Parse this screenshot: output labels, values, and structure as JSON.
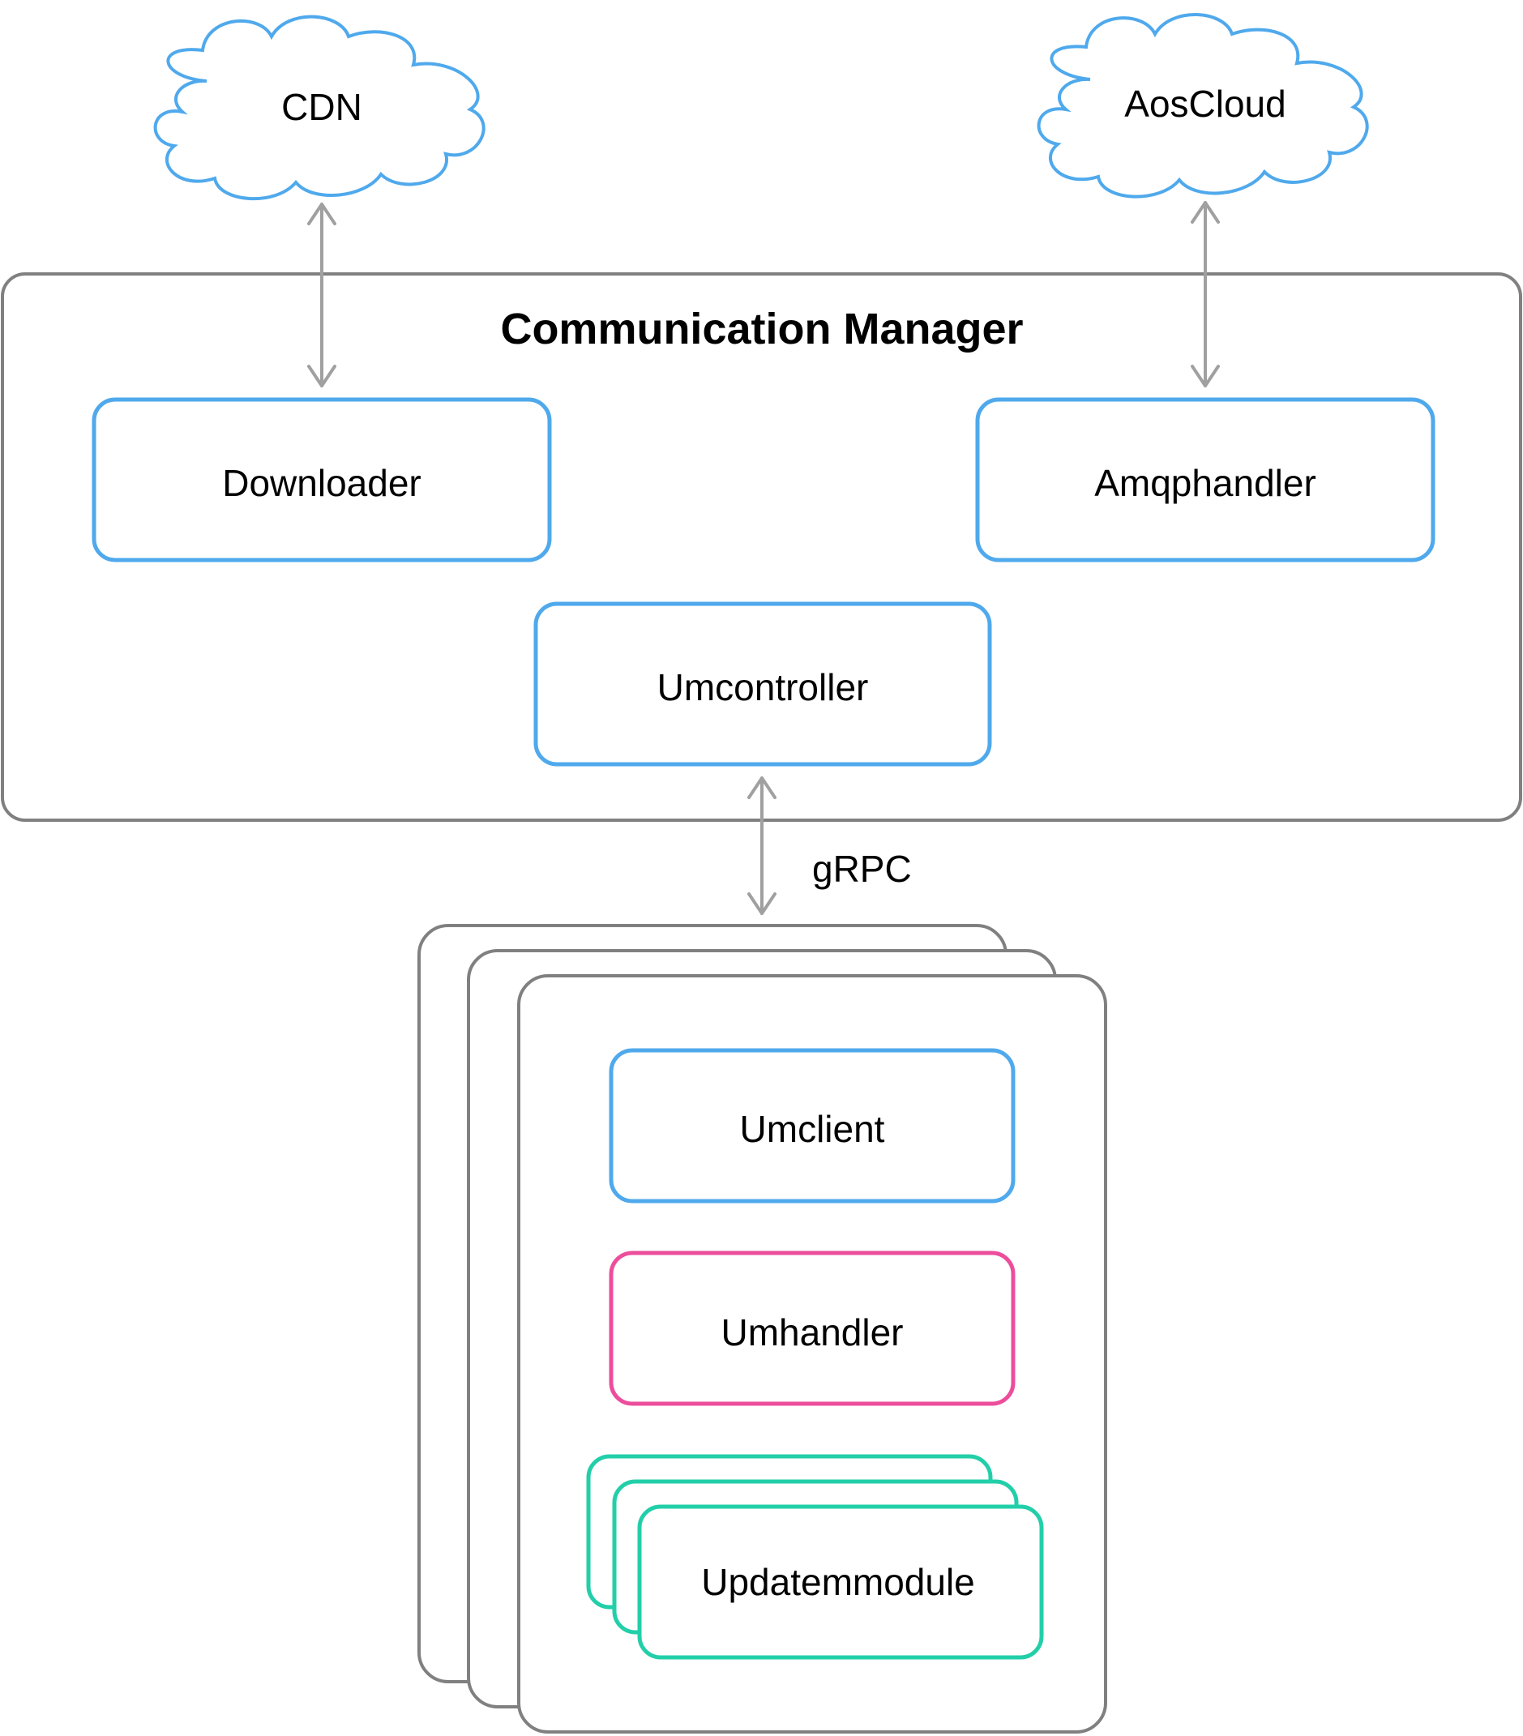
{
  "clouds": {
    "cdn": "CDN",
    "aoscloud": "AosCloud"
  },
  "communication_manager": {
    "title": "Communication Manager",
    "downloader": "Downloader",
    "amqphandler": "Amqphandler",
    "umcontroller": "Umcontroller"
  },
  "connection": {
    "protocol": "gRPC"
  },
  "update_manager": {
    "umclient": "Umclient",
    "umhandler": "Umhandler",
    "updatemmodule": "Updatemmodule"
  },
  "colors": {
    "blue": "#4FA9EC",
    "pink": "#EC4E9C",
    "teal": "#22CFA9",
    "gray": "#808080",
    "arrow": "#A0A0A0"
  }
}
